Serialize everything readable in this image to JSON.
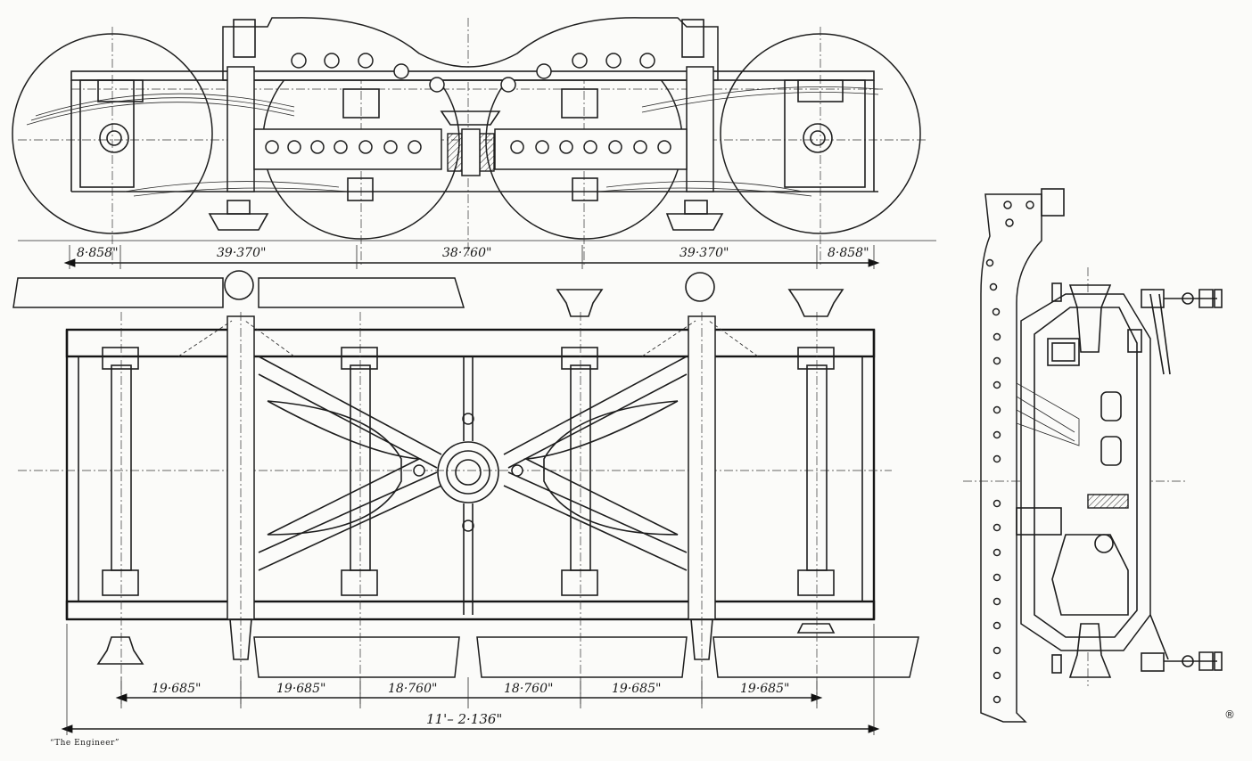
{
  "side_view": {
    "dimensions": [
      "8·858\"",
      "39·370\"",
      "38·760\"",
      "39·370\"",
      "8·858\""
    ]
  },
  "plan_view": {
    "dimensions": [
      "19·685\"",
      "19·685\"",
      "18·760\"",
      "18·760\"",
      "19·685\"",
      "19·685\""
    ],
    "overall": "11'– 2·136\""
  },
  "credit": "“The Engineer”",
  "mark": "®"
}
